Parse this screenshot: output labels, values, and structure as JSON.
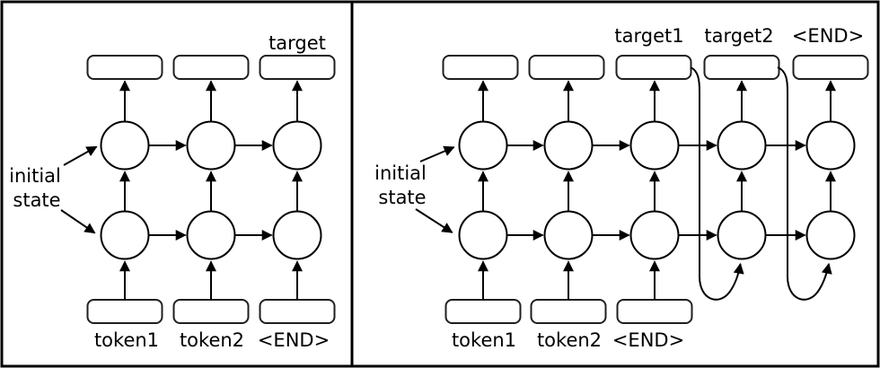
{
  "left_panel": {
    "initial_state_label": {
      "line1": "initial",
      "line2": "state"
    },
    "target_label": "target",
    "input_labels": [
      "token1",
      "token2",
      "<END>"
    ]
  },
  "right_panel": {
    "initial_state_label": {
      "line1": "initial",
      "line2": "state"
    },
    "target_labels": [
      "target1",
      "target2",
      "<END>"
    ],
    "input_labels": [
      "token1",
      "token2",
      "<END>"
    ]
  },
  "colors": {
    "background": "#ffffff",
    "line": "#000000",
    "box_stroke": "#1f1f1f",
    "text": "#000000"
  }
}
